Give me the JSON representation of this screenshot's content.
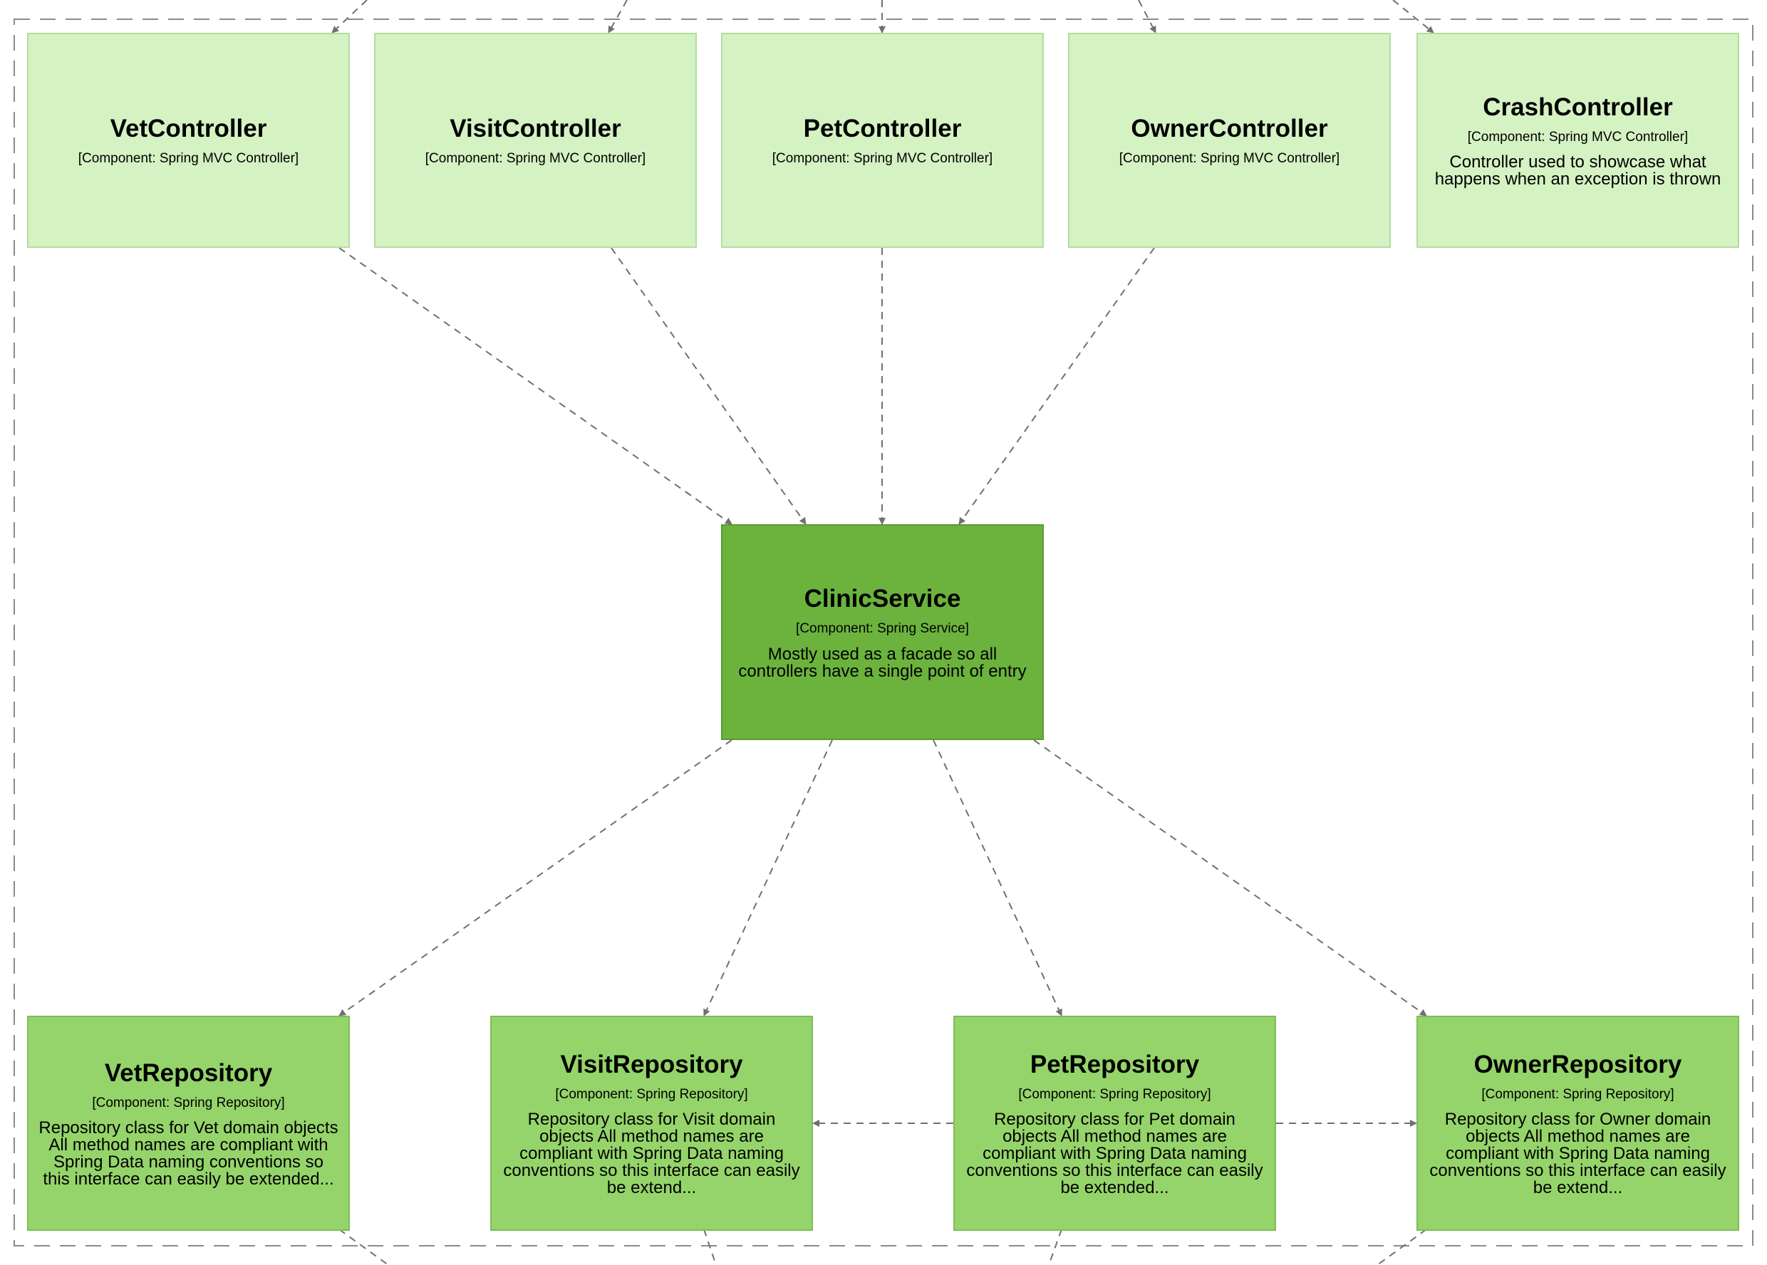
{
  "colors": {
    "controller_fill": "#d5f2c3",
    "service_fill": "#6cb33e",
    "repository_fill": "#95d46a",
    "arrow": "#707070",
    "boundary": "#8a8a8a"
  },
  "components": [
    {
      "id": "vet-controller",
      "name": "VetController",
      "technology": "[Component: Spring MVC Controller]",
      "description": ""
    },
    {
      "id": "visit-controller",
      "name": "VisitController",
      "technology": "[Component: Spring MVC Controller]",
      "description": ""
    },
    {
      "id": "pet-controller",
      "name": "PetController",
      "technology": "[Component: Spring MVC Controller]",
      "description": ""
    },
    {
      "id": "owner-controller",
      "name": "OwnerController",
      "technology": "[Component: Spring MVC Controller]",
      "description": ""
    },
    {
      "id": "crash-controller",
      "name": "CrashController",
      "technology": "[Component: Spring MVC Controller]",
      "description": "Controller used to showcase what happens when an exception is thrown"
    },
    {
      "id": "clinic-service",
      "name": "ClinicService",
      "technology": "[Component: Spring Service]",
      "description": "Mostly used as a facade so all controllers have a single point of entry"
    },
    {
      "id": "vet-repository",
      "name": "VetRepository",
      "technology": "[Component: Spring Repository]",
      "description": "Repository class for Vet domain objects All method names are compliant with Spring Data naming conventions so this interface can easily be extended..."
    },
    {
      "id": "visit-repository",
      "name": "VisitRepository",
      "technology": "[Component: Spring Repository]",
      "description": "Repository class for Visit domain objects All method names are compliant with Spring Data naming conventions so this interface can easily be extend..."
    },
    {
      "id": "pet-repository",
      "name": "PetRepository",
      "technology": "[Component: Spring Repository]",
      "description": "Repository class for Pet domain objects All method names are compliant with Spring Data naming conventions so this interface can easily be extended..."
    },
    {
      "id": "owner-repository",
      "name": "OwnerRepository",
      "technology": "[Component: Spring Repository]",
      "description": "Repository class for Owner domain objects All method names are compliant with Spring Data naming conventions so this interface can easily be extend..."
    }
  ],
  "relationships": [
    {
      "from": "vet-controller",
      "to": "clinic-service"
    },
    {
      "from": "visit-controller",
      "to": "clinic-service"
    },
    {
      "from": "pet-controller",
      "to": "clinic-service"
    },
    {
      "from": "owner-controller",
      "to": "clinic-service"
    },
    {
      "from": "clinic-service",
      "to": "vet-repository"
    },
    {
      "from": "clinic-service",
      "to": "visit-repository"
    },
    {
      "from": "clinic-service",
      "to": "pet-repository"
    },
    {
      "from": "clinic-service",
      "to": "owner-repository"
    },
    {
      "from": "pet-repository",
      "to": "visit-repository"
    },
    {
      "from": "pet-repository",
      "to": "owner-repository"
    }
  ]
}
